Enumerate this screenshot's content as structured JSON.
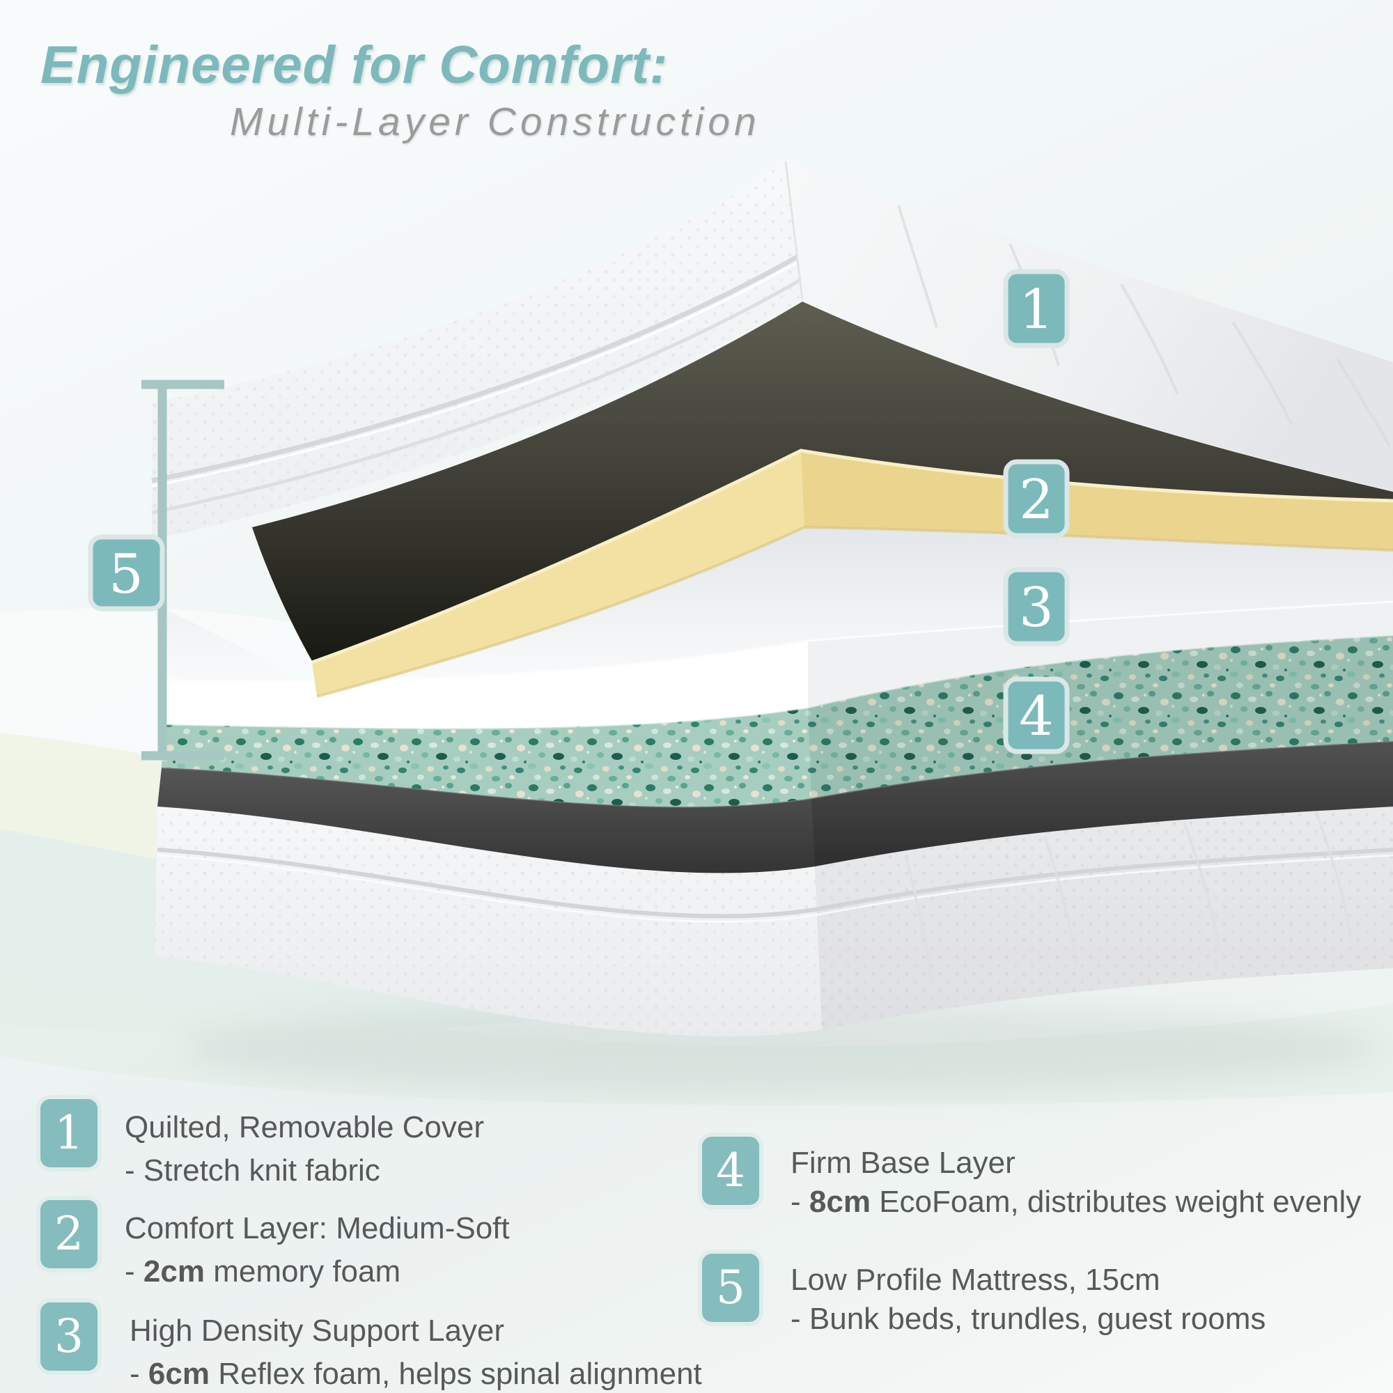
{
  "header": {
    "title": "Engineered for Comfort:",
    "subtitle": "Multi-Layer Construction"
  },
  "diagram": {
    "badges": [
      {
        "label": "1"
      },
      {
        "label": "2"
      },
      {
        "label": "3"
      },
      {
        "label": "4"
      },
      {
        "label": "5"
      }
    ],
    "layers": [
      {
        "name": "quilted-removable-cover"
      },
      {
        "name": "memory-foam-comfort-layer"
      },
      {
        "name": "reflex-foam-support-layer"
      },
      {
        "name": "ecofoam-firm-base-layer"
      },
      {
        "name": "low-profile-mattress-height"
      }
    ]
  },
  "legend": {
    "items": [
      {
        "num": "1",
        "line1": "Quilted, Removable Cover",
        "l2_pre": "- ",
        "l2_bold": "",
        "l2_rest": "Stretch knit fabric"
      },
      {
        "num": "2",
        "line1": "Comfort Layer: Medium-Soft",
        "l2_pre": "- ",
        "l2_bold": "2cm",
        "l2_rest": " memory foam"
      },
      {
        "num": "3",
        "line1": "High Density Support Layer",
        "l2_pre": "- ",
        "l2_bold": "6cm",
        "l2_rest": " Reflex foam, helps spinal alignment"
      },
      {
        "num": "4",
        "line1": "Firm Base Layer",
        "l2_pre": "- ",
        "l2_bold": "8cm",
        "l2_rest": " EcoFoam, distributes weight evenly"
      },
      {
        "num": "5",
        "line1": "Low Profile Mattress, 15cm",
        "l2_pre": "- ",
        "l2_bold": "",
        "l2_rest": "Bunk beds, trundles, guest rooms"
      }
    ]
  },
  "colors": {
    "accent_teal": "#7cb9ba",
    "badge_ring": "#d9e7e6",
    "title_teal": "#7db9bc",
    "subtitle_gray": "#9a9c9b",
    "legend_text": "#57585a",
    "memory_foam_yellow": "#f2e1a2",
    "ecofoam_speckle_base": "#a6cdc0",
    "dark_underside": "#3f3f37",
    "measure_line": "#a5c6c2"
  }
}
